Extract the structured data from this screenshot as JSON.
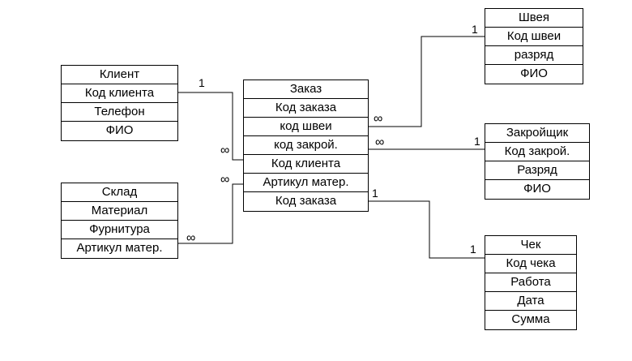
{
  "diagram": {
    "colors": {
      "background": "#ffffff",
      "line": "#000000",
      "text": "#000000"
    },
    "tables": [
      {
        "name": "client",
        "title": "Клиент",
        "rows": [
          "Код клиента",
          "Телефон",
          "ФИО"
        ]
      },
      {
        "name": "sklad",
        "title": "Склад",
        "rows": [
          "Материал",
          "Фурнитура",
          "Артикул матер."
        ]
      },
      {
        "name": "zakaz",
        "title": "Заказ",
        "rows": [
          "Код заказа",
          "код швеи",
          "код закрой.",
          "Код клиента",
          "Артикул матер.",
          "Код заказа"
        ]
      },
      {
        "name": "shveya",
        "title": "Швея",
        "rows": [
          "Код швеи",
          "разряд",
          "ФИО"
        ]
      },
      {
        "name": "zakroyshchik",
        "title": "Закройщик",
        "rows": [
          "Код закрой.",
          "Разряд",
          "ФИО"
        ]
      },
      {
        "name": "chek",
        "title": "Чек",
        "rows": [
          "Код чека",
          "Работа",
          "Дата",
          "Сумма"
        ]
      }
    ],
    "connectors": [
      {
        "name": "client-zakaz",
        "from": "Клиент",
        "to": "Заказ",
        "from_label": "1",
        "to_label": "∞"
      },
      {
        "name": "sklad-zakaz",
        "from": "Склад",
        "to": "Заказ",
        "from_label": "∞",
        "to_label": "∞"
      },
      {
        "name": "zakaz-shveya",
        "from": "Заказ",
        "to": "Швея",
        "from_label": "∞",
        "to_label": "1"
      },
      {
        "name": "zakaz-zakroyshchik",
        "from": "Заказ",
        "to": "Закройщик",
        "from_label": "∞",
        "to_label": "1"
      },
      {
        "name": "zakaz-chek",
        "from": "Заказ",
        "to": "Чек",
        "from_label": "1",
        "to_label": "1"
      }
    ]
  }
}
